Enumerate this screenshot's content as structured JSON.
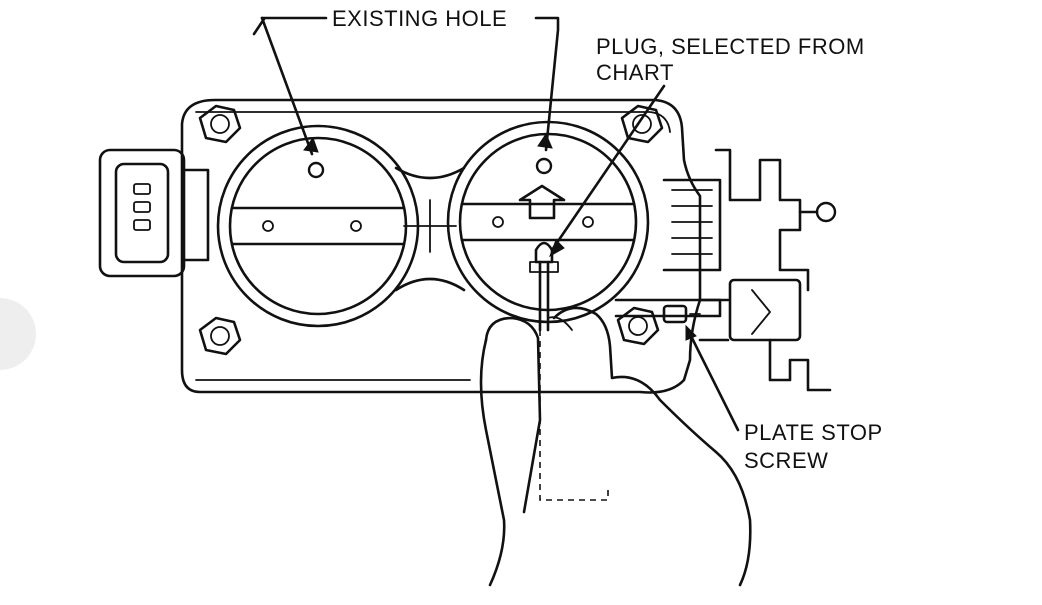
{
  "labels": {
    "existing_hole": "EXISTING HOLE",
    "plug_line1": "PLUG, SELECTED FROM",
    "plug_line2": "CHART",
    "plate_stop_line1": "PLATE STOP",
    "plate_stop_line2": "SCREW"
  },
  "colors": {
    "ink": "#111111",
    "background": "#ffffff",
    "side_tab": "#eeeeee"
  }
}
